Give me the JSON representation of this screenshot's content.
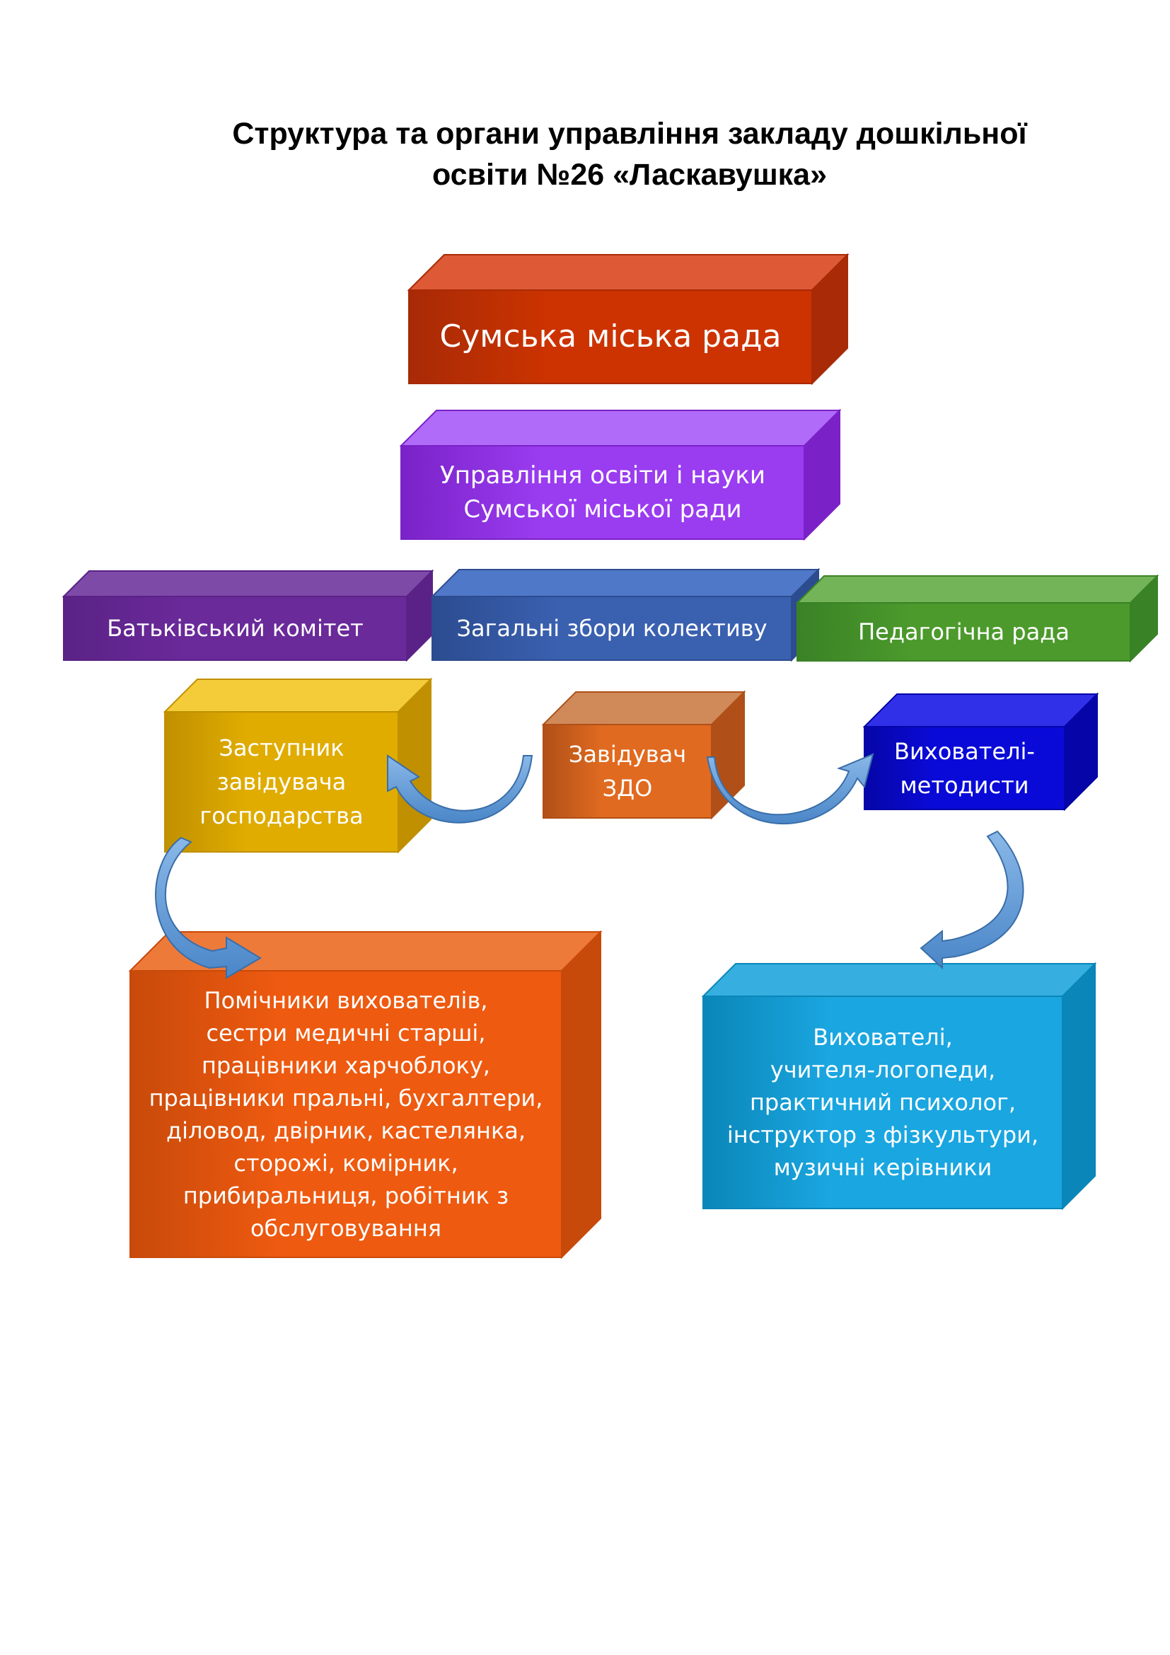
{
  "title": {
    "line1": "Структура та органи управління закладу дошкільної",
    "line2": "освіти №26 «Ласкавушка»"
  },
  "nodes": {
    "city_council": {
      "lines": [
        "Сумська міська рада"
      ],
      "colors": {
        "front": "#cc3300",
        "top": "#de5a36",
        "side": "#a82a06"
      }
    },
    "education_dept": {
      "lines": [
        "Управління освіти і науки",
        "Сумської міської ради"
      ],
      "colors": {
        "front": "#9a3cf0",
        "top": "#b06cf8",
        "side": "#7a22c8"
      }
    },
    "parents_committee": {
      "lines": [
        "Батьківський комітет"
      ],
      "colors": {
        "front": "#6a2a9a",
        "top": "#7e4aa8",
        "side": "#5a2286"
      }
    },
    "general_meeting": {
      "lines": [
        "Загальні збори колективу"
      ],
      "colors": {
        "front": "#3a60b0",
        "top": "#5078c8",
        "side": "#2c4c90"
      }
    },
    "pedagogical_council": {
      "lines": [
        "Педагогічна рада"
      ],
      "colors": {
        "front": "#4c9a2c",
        "top": "#74b458",
        "side": "#3a8226"
      }
    },
    "deputy_head": {
      "lines": [
        "Заступник",
        "завідувача",
        "господарства"
      ],
      "colors": {
        "front": "#e0ac00",
        "top": "#f4cc3a",
        "side": "#c09000"
      }
    },
    "head": {
      "lines": [
        "Завідувач",
        "ЗДО"
      ],
      "colors": {
        "front": "#e06a20",
        "top": "#d08a5a",
        "side": "#b05018"
      }
    },
    "methodists": {
      "lines": [
        "Вихователі-",
        "методисти"
      ],
      "colors": {
        "front": "#0a0ad8",
        "top": "#3030e8",
        "side": "#0606a8"
      }
    },
    "support_staff": {
      "lines": [
        "Помічники вихователів,",
        "сестри медичні старші,",
        "працівники харчоблоку,",
        "працівники пральні, бухгалтери,",
        "діловод, двірник, кастелянка,",
        "сторожі, комірник,",
        "прибиральниця, робітник з",
        "обслуговування"
      ],
      "colors": {
        "front": "#ee5a10",
        "top": "#ee7a3a",
        "side": "#c84a0a"
      }
    },
    "teachers": {
      "lines": [
        "Вихователі,",
        "учителя-логопеди,",
        "практичний психолог,",
        "інструктор з фізкультури,",
        "музичні керівники"
      ],
      "colors": {
        "front": "#1aa6e0",
        "top": "#36aee0",
        "side": "#0a86b8"
      }
    }
  },
  "arrow_color": "#4a86c8"
}
